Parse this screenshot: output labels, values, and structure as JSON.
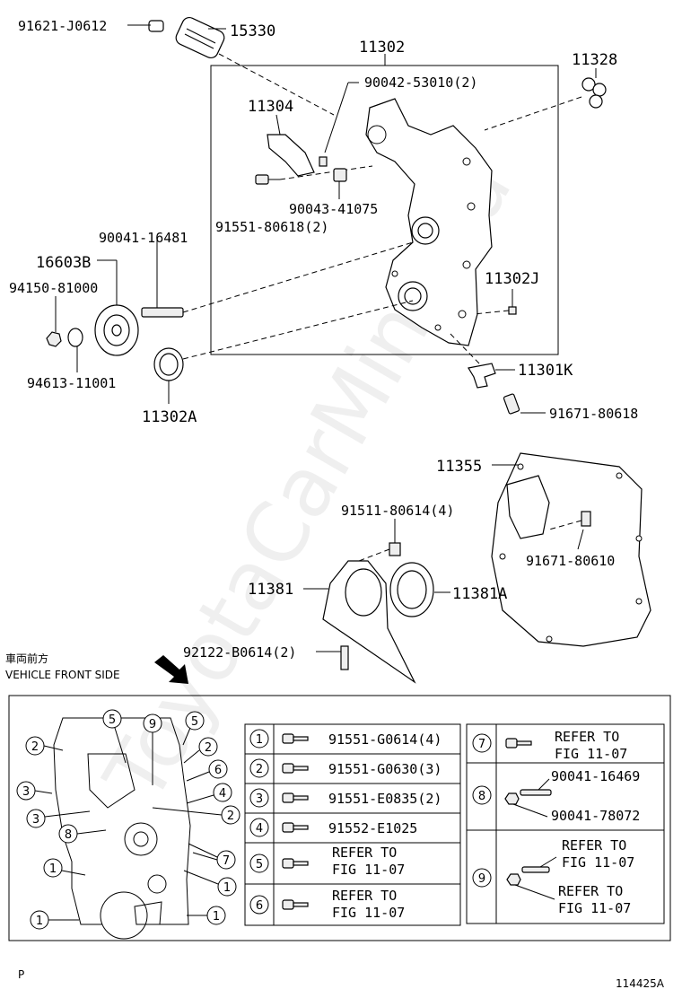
{
  "watermark": "ToyotaCarMine.ru",
  "top_labels": {
    "p_91621": "91621-J0612",
    "p_15330": "15330",
    "p_11302": "11302",
    "p_90042": "90042-53010(2)",
    "p_11328": "11328",
    "p_11304": "11304",
    "p_90043": "90043-41075",
    "p_91551_80618": "91551-80618(2)",
    "p_90041_16481": "90041-16481",
    "p_16603B": "16603B",
    "p_94150": "94150-81000",
    "p_94613": "94613-11001",
    "p_11302A": "11302A",
    "p_11302J": "11302J",
    "p_11301K": "11301K",
    "p_91671_80618": "91671-80618"
  },
  "mid_labels": {
    "p_11355": "11355",
    "p_91511": "91511-80614(4)",
    "p_91671_80610": "91671-80610",
    "p_11381": "11381",
    "p_11381A": "11381A",
    "p_92122": "92122-B0614(2)"
  },
  "front_side": {
    "jp": "車両前方",
    "en": "VEHICLE FRONT SIDE"
  },
  "callouts": [
    "1",
    "2",
    "3",
    "4",
    "5",
    "6",
    "7",
    "8",
    "9"
  ],
  "legend_left": [
    {
      "num": "1",
      "part": "91551-G0614(4)"
    },
    {
      "num": "2",
      "part": "91551-G0630(3)"
    },
    {
      "num": "3",
      "part": "91551-E0835(2)"
    },
    {
      "num": "4",
      "part": "91552-E1025"
    },
    {
      "num": "5",
      "line1": "REFER TO",
      "line2": "FIG 11-07"
    },
    {
      "num": "6",
      "line1": "REFER TO",
      "line2": "FIG 11-07"
    }
  ],
  "legend_right": {
    "r7": {
      "num": "7",
      "line1": "REFER TO",
      "line2": "FIG 11-07"
    },
    "r8": {
      "num": "8",
      "a": "90041-16469",
      "b": "90041-78072"
    },
    "r9": {
      "num": "9",
      "a1": "REFER TO",
      "a2": "FIG 11-07",
      "b1": "REFER TO",
      "b2": "FIG 11-07"
    }
  },
  "footer": {
    "left": "P",
    "code": "114425A"
  }
}
